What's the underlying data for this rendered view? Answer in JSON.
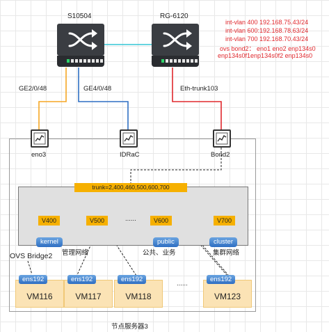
{
  "switches": {
    "left": {
      "name": "S10504",
      "icon": "switch-icon"
    },
    "right": {
      "name": "RG-6120",
      "icon": "switch-icon"
    }
  },
  "config_notes": [
    "int-vlan 400 192.168.75.43/24",
    "int-vlan 600:192.168.78.63/24",
    "int-vlan 700 192.168.70.43/24",
    "ovs bond2： eno1 eno2 enp134s0",
    "enp134s0f1enp134s0f2 enp134s0"
  ],
  "links": {
    "ge2": "GE2/0/48",
    "ge4": "GE4/0/48",
    "eth_trunk": "Eth-trunk103"
  },
  "colors": {
    "ge2_link": "#f5a623",
    "ge4_link": "#2f6fc3",
    "trunk_link": "#e0282d",
    "interconnect": "#35c6d6",
    "vlan_fill": "#f6b000",
    "vm_fill": "#fbe3b5"
  },
  "interfaces": [
    {
      "label": "eno3",
      "icon": "port-monitor-icon"
    },
    {
      "label": "IDRaC",
      "icon": "port-monitor-icon"
    },
    {
      "label": "Bond2",
      "icon": "port-monitor-icon"
    }
  ],
  "trunk_label": "trunk=2,400,460,500,600,700",
  "vlans": [
    "V400",
    "V500",
    "V600",
    "V700"
  ],
  "vlan_ellipsis": "......",
  "bridge_ports": {
    "kernel": "kernel",
    "public": "public",
    "cluster": "cluster"
  },
  "bridge_name": "OVS Bridge2",
  "net_labels": {
    "mgmt": "管理网络",
    "public": "公共、业务",
    "cluster": "集群网络"
  },
  "vms": [
    {
      "name": "VM116",
      "nic": "ens192"
    },
    {
      "name": "VM117",
      "nic": "ens192"
    },
    {
      "name": "VM118",
      "nic": "ens192"
    },
    {
      "name": "VM123",
      "nic": "ens192"
    }
  ],
  "vm_ellipsis": "......",
  "server_label": "节点服务器3"
}
